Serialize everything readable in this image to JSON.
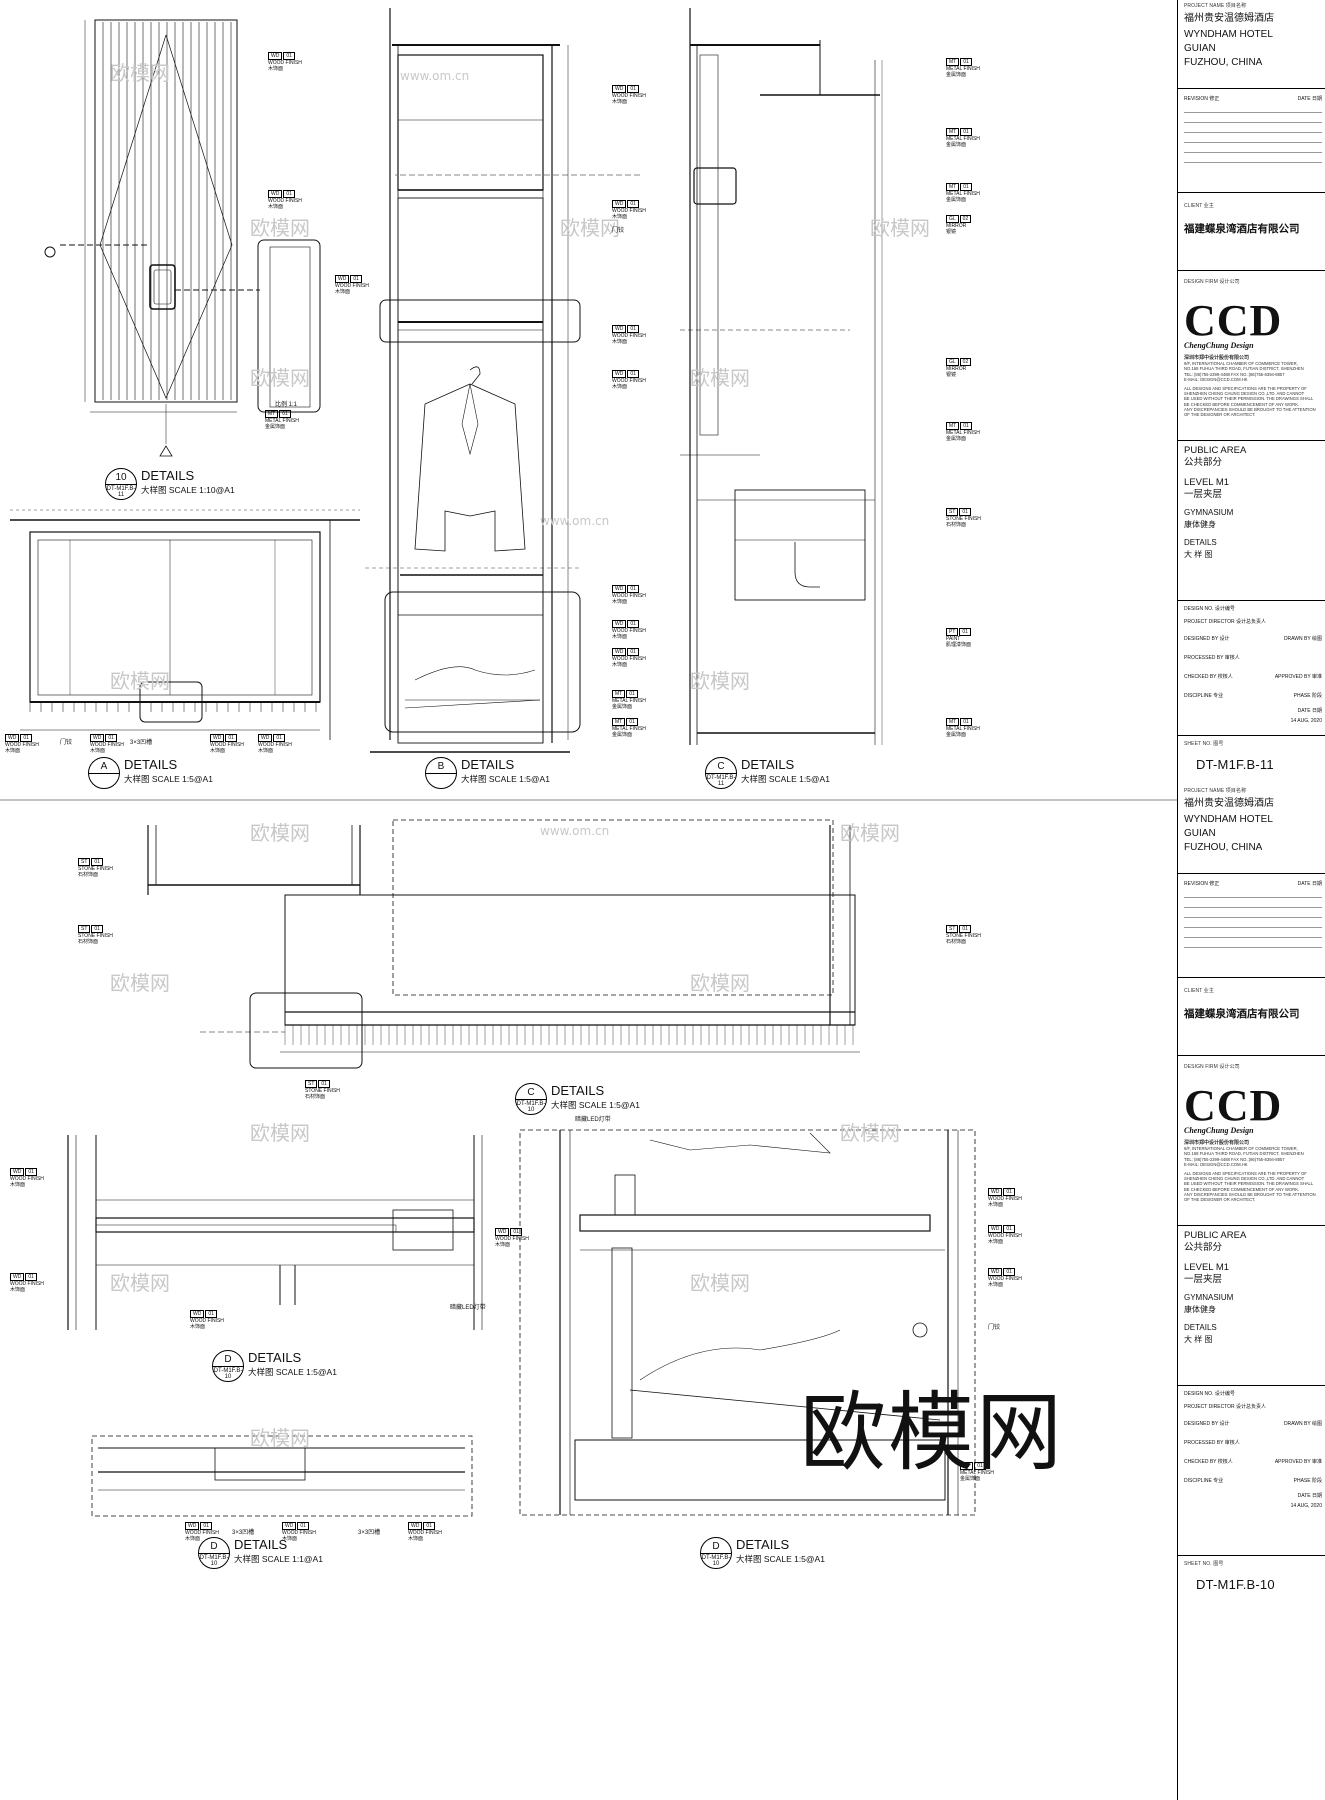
{
  "title_blocks": [
    {
      "project_label": "PROJECT NAME 项目名称",
      "project_cn": "福州贵安温德姆酒店",
      "project_en": [
        "WYNDHAM HOTEL",
        "GUIAN",
        "FUZHOU, CHINA"
      ],
      "revision_label": "REVISION 修正",
      "date_label": "DATE 日期",
      "client_label": "CLIENT 业主",
      "client": "福建蝶泉湾酒店有限公司",
      "firm_label": "DESIGN FIRM 设计公司",
      "firm_logo": "CCD",
      "firm_sub": "ChengChung Design",
      "firm_name": "深圳市郑中设计股份有限公司",
      "firm_addr": [
        "9/F, INTERNATIONAL CHAMBER OF COMMERCE TOWER,",
        "NO.168 FUHUA THIRD ROAD, FUTIAN DISTRICT, SHENZHEN",
        "TEL: (86)755-2399-4488   FAX NO.:(86)755-8394-8857",
        "E-MAIL: DESIGN@CCD.COM.HK"
      ],
      "disclaimer": [
        "ALL DESIGNS AND SPECIFICATIONS ARE THE PROPERTY OF",
        "SHENZHEN CHENG CHUNG DESIGN CO.,LTD. AND CANNOT",
        "BE USED WITHOUT THEIR PERMISSION. THE DRAWINGS SHALL",
        "BE CHECKED BEFORE COMMENCEMENT OF ANY WORK.",
        "ANY DISCREPANCIES SHOULD BE BROUGHT TO THE ATTENTION",
        "OF THE DESIGNER OR ARCHITECT."
      ],
      "area": [
        "PUBLIC AREA",
        "公共部分"
      ],
      "level": [
        "LEVEL M1",
        "一层夹层"
      ],
      "space": [
        "GYMNASIUM",
        "康体健身"
      ],
      "dwg": [
        "DETAILS",
        "大 样 图"
      ],
      "design_no_label": "DESIGN NO. 设计编号",
      "project_director_label": "PROJECT DIRECTOR 设计总负责人",
      "designed_by_label": "DESIGNED BY 设计",
      "drawn_by_label": "DRAWN BY 绘图",
      "processed_by_label": "PROCESSED BY 审核人",
      "checked_by_label": "CHECKED BY 校核人",
      "approved_by_label": "APPROVED BY 审准",
      "discipline_label": "DISCIPLINE 专业",
      "phase_label": "PHASE 阶段",
      "date2_label": "DATE 日期",
      "date_value": "14 AUG, 2020",
      "sheet_label": "SHEET NO. 图号",
      "sheet_no": "DT-M1F.B-11"
    },
    {
      "project_label": "PROJECT NAME 项目名称",
      "project_cn": "福州贵安温德姆酒店",
      "project_en": [
        "WYNDHAM HOTEL",
        "GUIAN",
        "FUZHOU, CHINA"
      ],
      "revision_label": "REVISION 修正",
      "date_label": "DATE 日期",
      "client_label": "CLIENT 业主",
      "client": "福建蝶泉湾酒店有限公司",
      "firm_label": "DESIGN FIRM 设计公司",
      "firm_logo": "CCD",
      "firm_sub": "ChengChung Design",
      "firm_name": "深圳市郑中设计股份有限公司",
      "firm_addr": [
        "9/F, INTERNATIONAL CHAMBER OF COMMERCE TOWER,",
        "NO.168 FUHUA THIRD ROAD, FUTIAN DISTRICT, SHENZHEN",
        "TEL: (86)755-2399-4488   FAX NO.:(86)755-8394-8857",
        "E-MAIL: DESIGN@CCD.COM.HK"
      ],
      "disclaimer": [
        "ALL DESIGNS AND SPECIFICATIONS ARE THE PROPERTY OF",
        "SHENZHEN CHENG CHUNG DESIGN CO.,LTD. AND CANNOT",
        "BE USED WITHOUT THEIR PERMISSION. THE DRAWINGS SHALL",
        "BE CHECKED BEFORE COMMENCEMENT OF ANY WORK.",
        "ANY DISCREPANCIES SHOULD BE BROUGHT TO THE ATTENTION",
        "OF THE DESIGNER OR ARCHITECT."
      ],
      "area": [
        "PUBLIC AREA",
        "公共部分"
      ],
      "level": [
        "LEVEL M1",
        "一层夹层"
      ],
      "space": [
        "GYMNASIUM",
        "康体健身"
      ],
      "dwg": [
        "DETAILS",
        "大 样 图"
      ],
      "design_no_label": "DESIGN NO. 设计编号",
      "project_director_label": "PROJECT DIRECTOR 设计总负责人",
      "designed_by_label": "DESIGNED BY 设计",
      "drawn_by_label": "DRAWN BY 绘图",
      "processed_by_label": "PROCESSED BY 审核人",
      "checked_by_label": "CHECKED BY 校核人",
      "approved_by_label": "APPROVED BY 审准",
      "discipline_label": "DISCIPLINE 专业",
      "phase_label": "PHASE 阶段",
      "date2_label": "DATE 日期",
      "date_value": "14 AUG, 2020",
      "sheet_label": "SHEET NO. 图号",
      "sheet_no": "DT-M1F.B-10"
    }
  ],
  "detail_labels": [
    {
      "num": "10",
      "ref": "DT-M1F.B-11",
      "title": "DETAILS",
      "sub": "大样图  SCALE  1:10@A1"
    },
    {
      "num": "A",
      "ref": "",
      "title": "DETAILS",
      "sub": "大样图  SCALE  1:5@A1"
    },
    {
      "num": "B",
      "ref": "",
      "title": "DETAILS",
      "sub": "大样图  SCALE  1:5@A1"
    },
    {
      "num": "C",
      "ref": "DT-M1F.B-11",
      "title": "DETAILS",
      "sub": "大样图  SCALE  1:5@A1"
    },
    {
      "num": "C",
      "ref": "DT-M1F.B-10",
      "title": "DETAILS",
      "sub": "大样图  SCALE  1:5@A1"
    },
    {
      "num": "D",
      "ref": "DT-M1F.B-10",
      "title": "DETAILS",
      "sub": "大样图  SCALE  1:5@A1"
    },
    {
      "num": "D",
      "ref": "DT-M1F.B-10",
      "title": "DETAILS",
      "sub": "大样图  SCALE  1:1@A1"
    },
    {
      "num": "D",
      "ref": "DT-M1F.B-10",
      "title": "DETAILS",
      "sub": "大样图  SCALE  1:5@A1"
    }
  ],
  "material_tags": {
    "wood": {
      "code": "WD",
      "n": "01",
      "en": "WOOD FINISH",
      "cn": "木饰面"
    },
    "metal": {
      "code": "MT",
      "n": "01",
      "en": "METAL FINISH",
      "cn": "金属饰面"
    },
    "stone": {
      "code": "ST",
      "n": "01",
      "en": "STONE FINISH",
      "cn": "石材饰面"
    },
    "mirror": {
      "code": "GL",
      "n": "02",
      "en": "MIRROR",
      "cn": "银镜"
    },
    "paint": {
      "code": "PT",
      "n": "01",
      "en": "PAINT",
      "cn": "肌理漆饰面"
    }
  },
  "notes": {
    "hinge": "门铰",
    "groove": "3×3凹槽",
    "led": "暗藏LED灯带",
    "scale_note": "比例 1:1"
  },
  "watermark": "欧模网",
  "watermark_small": "www.om.cn"
}
